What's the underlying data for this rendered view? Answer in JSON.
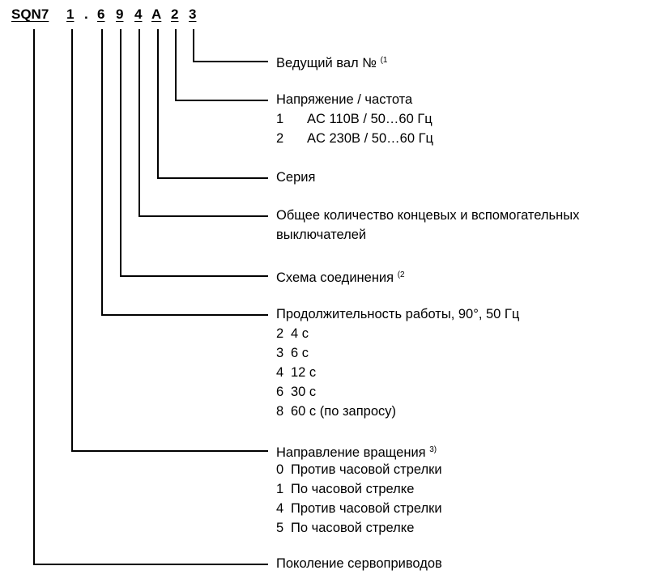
{
  "code": {
    "prefix": "SQN7",
    "p1": "1",
    "dot": ".",
    "p2": "6",
    "p3": "9",
    "p4": "4",
    "p5": "A",
    "p6": "2",
    "p7": "3"
  },
  "fields": {
    "shaft": {
      "title": "Ведущий вал №",
      "note": "(1"
    },
    "voltage": {
      "title": "Напряжение / частота",
      "options": [
        {
          "key": "1",
          "text": "AC 110В / 50…60 Гц"
        },
        {
          "key": "2",
          "text": "AC 230В / 50…60 Гц"
        }
      ]
    },
    "series": {
      "title": "Серия"
    },
    "switches": {
      "line1": "Общее количество концевых и вспомогательных",
      "line2": "выключателей"
    },
    "wiring": {
      "title": "Схема соединения",
      "note": "(2"
    },
    "runtime": {
      "title": "Продолжительность работы, 90°, 50 Гц",
      "options": [
        {
          "key": "2",
          "text": "4 с"
        },
        {
          "key": "3",
          "text": "6 с"
        },
        {
          "key": "4",
          "text": "12 с"
        },
        {
          "key": "6",
          "text": "30 с"
        },
        {
          "key": "8",
          "text": "60 с (по запросу)"
        }
      ]
    },
    "rotation": {
      "title": "Направление вращения",
      "note": "3)",
      "options": [
        {
          "key": "0",
          "text": "Против часовой стрелки"
        },
        {
          "key": "1",
          "text": "По часовой стрелке"
        },
        {
          "key": "4",
          "text": "Против часовой стрелки"
        },
        {
          "key": "5",
          "text": "По часовой стрелке"
        }
      ]
    },
    "generation": {
      "title": "Поколение сервоприводов"
    }
  }
}
